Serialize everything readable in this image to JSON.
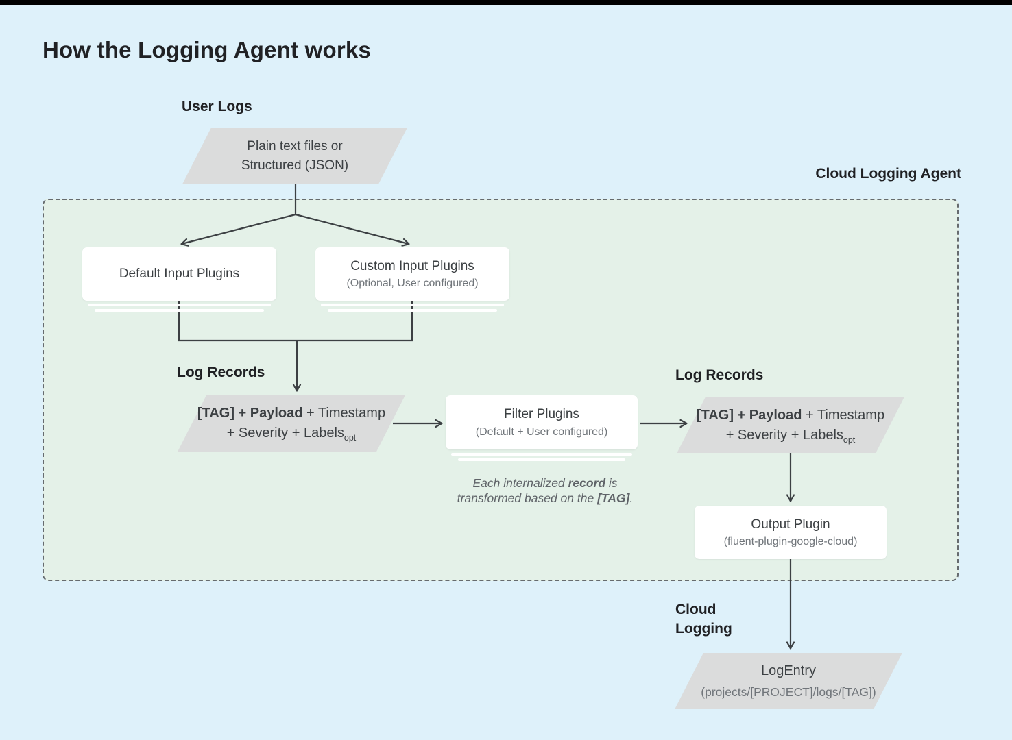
{
  "title": "How the Logging Agent works",
  "labels": {
    "user_logs": "User Logs",
    "agent": "Cloud Logging Agent",
    "log_records_left": "Log Records",
    "log_records_right": "Log Records",
    "cloud_logging": "Cloud Logging"
  },
  "nodes": {
    "user_logs_source": {
      "line1": "Plain text files or",
      "line2": "Structured (JSON)"
    },
    "default_input": {
      "title": "Default Input Plugins"
    },
    "custom_input": {
      "title": "Custom Input Plugins",
      "subtitle": "(Optional, User configured)"
    },
    "log_record_left": {
      "bold": "[TAG] + Payload",
      "rest1": " + Timestamp",
      "rest2": "+ Severity + Labels",
      "sub": "opt"
    },
    "filter": {
      "title": "Filter Plugins",
      "subtitle": "(Default + User configured)"
    },
    "log_record_right": {
      "bold": "[TAG] + Payload",
      "rest1": " + Timestamp",
      "rest2": "+ Severity + Labels",
      "sub": "opt"
    },
    "output": {
      "title": "Output Plugin",
      "subtitle": "(fluent-plugin-google-cloud)"
    },
    "log_entry": {
      "title": "LogEntry",
      "subtitle": "(projects/[PROJECT]/logs/[TAG])"
    }
  },
  "caption": {
    "pre": "Each internalized ",
    "bold1": "record",
    "mid": " is transformed based on the ",
    "bold2": "[TAG]",
    "post": "."
  },
  "colors": {
    "background": "#def1fa",
    "agent_fill": "#e4f1e8",
    "agent_border": "#666b6e",
    "shape_gray": "#dbdcdc",
    "card_white": "#ffffff",
    "line": "#3c4043",
    "text_dark": "#202124",
    "text_node": "#3c4043",
    "text_muted": "#70757a",
    "caption_gray": "#5f6368",
    "top_bar": "#000000"
  }
}
